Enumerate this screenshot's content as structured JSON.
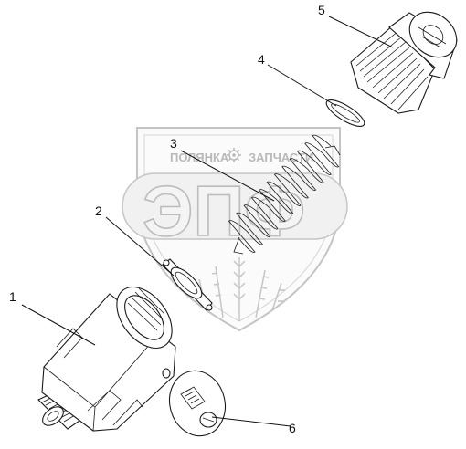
{
  "watermark": {
    "brand_text": "ЭПФ",
    "left_text": "ПОЛЯНКА",
    "right_text": "ЗАПЧАСТИ"
  },
  "callouts": [
    {
      "id": "1",
      "label": "1"
    },
    {
      "id": "2",
      "label": "2"
    },
    {
      "id": "3",
      "label": "3"
    },
    {
      "id": "4",
      "label": "4"
    },
    {
      "id": "5",
      "label": "5"
    },
    {
      "id": "6",
      "label": "6"
    }
  ],
  "colors": {
    "line": "#1a1a1a",
    "watermark": "#bcbcbc",
    "background": "#ffffff"
  }
}
